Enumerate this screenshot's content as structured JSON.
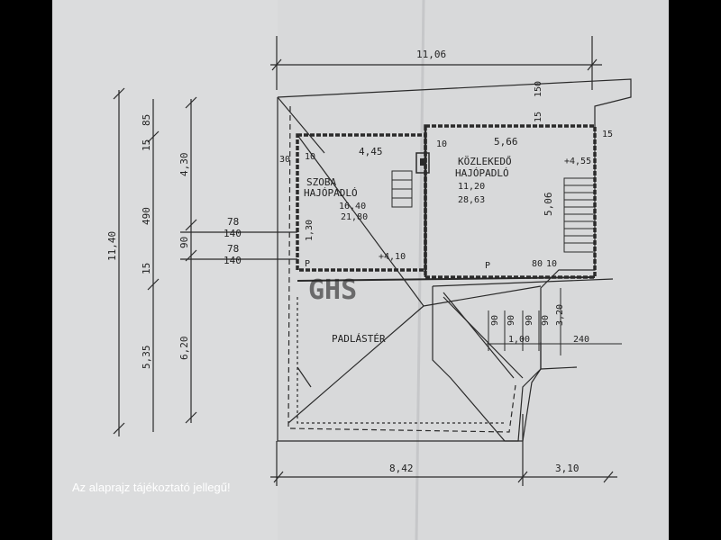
{
  "caption": "Az alaprajz tájékoztató jellegű!",
  "watermark": "GHS",
  "rooms": {
    "szoba": {
      "name": "SZOBA",
      "floor": "HAJÓPADLÓ",
      "area_a": "16,40",
      "area_b": "21,80"
    },
    "kozlekedo": {
      "name": "KÖZLEKEDŐ",
      "floor": "HAJÓPADLÓ",
      "area_a": "11,20",
      "area_b": "28,63"
    },
    "padlaster": {
      "name": "PADLÁSTÉR"
    }
  },
  "dimensions": {
    "top_overall": "11,06",
    "bottom_left": "8,42",
    "bottom_right": "3,10",
    "left_overall": "11,40",
    "left_a": "85",
    "left_b": "15",
    "left_c": "490",
    "left_d": "15",
    "left_e": "5,35",
    "left_f": "4,30",
    "left_g": "90",
    "left_h": "6,20",
    "win_1": "78",
    "win_2": "140",
    "win_3": "78",
    "win_4": "140",
    "inner_445": "4,45",
    "inner_566": "5,66",
    "inner_10a": "10",
    "inner_10b": "10",
    "inner_30": "30",
    "inner_15a": "15",
    "inner_15b": "15",
    "inner_150": "150",
    "inner_506": "5,06",
    "inner_130": "1,30",
    "p_label": "P",
    "level_455": "+4,55",
    "level_410": "+4,10",
    "stair_90a": "90",
    "stair_90b": "90",
    "stair_90c": "90",
    "stair_90d": "90",
    "stair_320": "3,20",
    "stair_100": "1,00",
    "stair_240": "240",
    "stair_80": "80",
    "stair_10": "10"
  },
  "colors": {
    "paper": "#d8d9da",
    "ink": "#2a2a2a",
    "caption": "#ffffff"
  }
}
